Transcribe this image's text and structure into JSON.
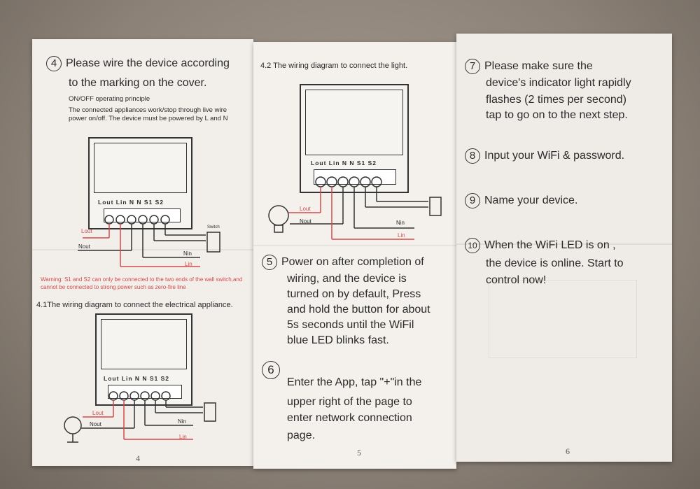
{
  "page1": {
    "step4_num": "4",
    "step4_line1": "Please wire the device according",
    "step4_line2": "to the marking on the cover.",
    "principle_title": "ON/OFF operating principle",
    "principle_text": "The connected appliances work/stop through live wire power on/off. The device must be powered by L and N",
    "terminals": "Lout Lin  N   N  S1  S2",
    "lbl_lout": "Lout",
    "lbl_nout": "Nout",
    "lbl_nin": "Nin",
    "lbl_lin": "Lin",
    "lbl_switch": "Switch",
    "warning": "Warning: S1 and S2 can only be connected to the two ends of the wall switch,and cannot be connected to strong power such as zero-fire line",
    "sec41": "4.1The wiring diagram to connect the electrical appliance.",
    "terminals2": "Lout Lin  N   N  S1  S2",
    "lbl2_lout": "Lout",
    "lbl2_nout": "Nout",
    "lbl2_nin": "Nin",
    "lbl2_lin": "Lin",
    "page_number": "4"
  },
  "page2": {
    "sec42": "4.2  The wiring diagram to connect the light.",
    "terminals": "Lout Lin  N   N  S1  S2",
    "lbl_lout": "Lout",
    "lbl_nout": "Nout",
    "lbl_nin": "Nin",
    "lbl_lin": "Lin",
    "step5_num": "5",
    "step5_l1": "Power on after completion of",
    "step5_l2": "wiring, and the device is",
    "step5_l3": "turned on by default, Press",
    "step5_l4": "and hold the button for about",
    "step5_l5": "5s seconds until the WiFil",
    "step5_l6": "blue LED blinks fast.",
    "step6_num": "6",
    "step6_l1": "Enter the App, tap \"+\"in the",
    "step6_l2": "upper right of the page to",
    "step6_l3": "enter network connection",
    "step6_l4": "page.",
    "page_number": "5"
  },
  "page3": {
    "step7_num": "7",
    "step7_l1": "Please make sure the",
    "step7_l2": "device's indicator light rapidly",
    "step7_l3": "flashes (2 times per second)",
    "step7_l4": "tap to go on to the next step.",
    "step8_num": "8",
    "step8": "Input your WiFi & password.",
    "step9_num": "9",
    "step9": "Name your device.",
    "step10_num": "10",
    "step10_l1": "When the WiFi LED is on ,",
    "step10_l2": "the device is online. Start to",
    "step10_l3": "control now!",
    "page_number": "6"
  }
}
